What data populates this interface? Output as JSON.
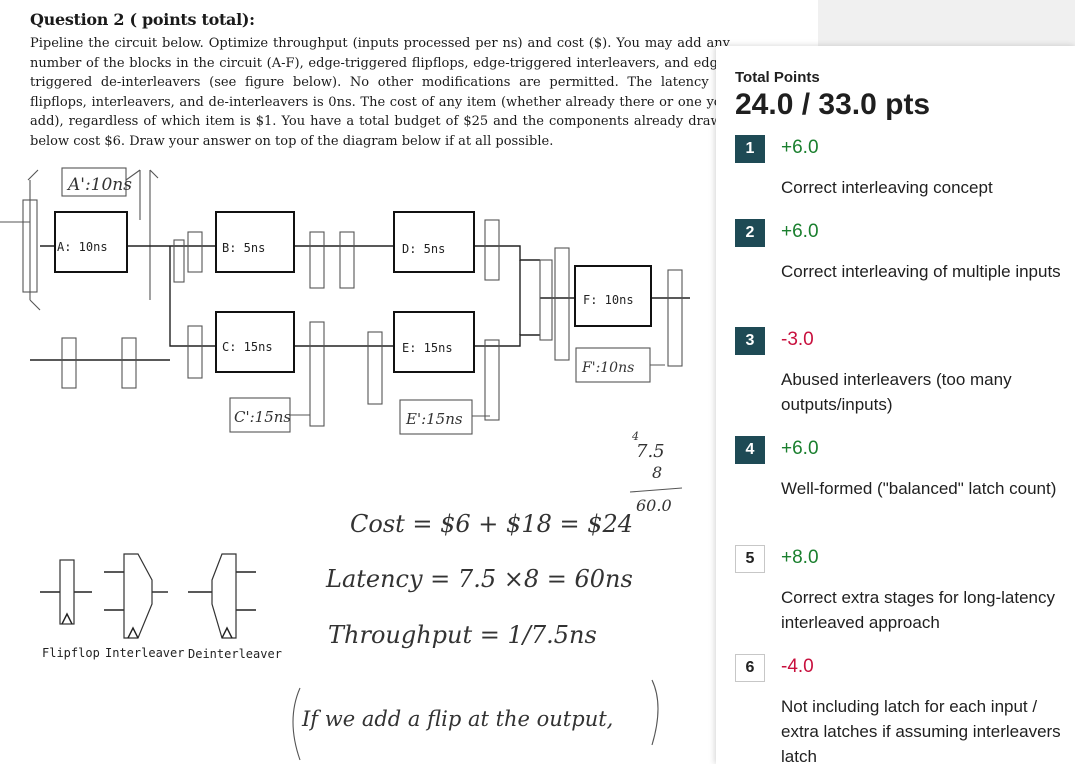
{
  "question": {
    "title": "Question 2 ( points total):",
    "text": "Pipeline the circuit below. Optimize throughput (inputs processed per ns) and cost ($). You may add any number of the blocks in the circuit (A-F), edge-triggered flipflops, edge-triggered interleavers, and edge-triggered de-interleavers (see figure below). No other modifications are permitted. The latency of flipflops, interleavers, and de-interleavers is 0ns. The cost of any item (whether already there or one you add), regardless of which item is $1. You have a total budget of $25 and the components already drawn below cost $6. Draw your answer on top of the diagram below if at all possible."
  },
  "diagram": {
    "blocks": {
      "A": "A: 10ns",
      "B": "B: 5ns",
      "C": "C: 15ns",
      "D": "D: 5ns",
      "E": "E: 15ns",
      "F": "F: 10ns"
    },
    "added_blocks": {
      "A2": "A':10ns",
      "C2": "C':15ns",
      "E2": "E':15ns",
      "F2": "F':10ns"
    },
    "legend": {
      "flipflop": "Flipflop",
      "interleaver": "Interleaver",
      "deinterleaver": "Deinterleaver"
    },
    "handwritten": {
      "calc_top": "4",
      "calc_a": "7.5",
      "calc_b": "8",
      "calc_result": "60.0",
      "cost": "Cost = $6 + $18 = $24",
      "latency": "Latency = 7.5 ×8 = 60ns",
      "throughput": "Throughput = 1/7.5ns",
      "note": "If we add a flip at the output,"
    }
  },
  "rubric": {
    "total_label": "Total Points",
    "total_score": "24.0 / 33.0 pts",
    "items": [
      {
        "num": "1",
        "points": "+6.0",
        "desc": "Correct interleaving concept"
      },
      {
        "num": "2",
        "points": "+6.0",
        "desc": "Correct interleaving of multiple inputs"
      },
      {
        "num": "3",
        "points": "-3.0",
        "desc": "Abused interleavers (too many outputs/inputs)"
      },
      {
        "num": "4",
        "points": "+6.0",
        "desc": "Well-formed (\"balanced\" latch count)"
      },
      {
        "num": "5",
        "points": "+8.0",
        "desc": "Correct extra stages for long-latency interleaved approach"
      },
      {
        "num": "6",
        "points": "-4.0",
        "desc": "Not including latch for each input / extra latches if assuming interleavers latch"
      }
    ]
  }
}
